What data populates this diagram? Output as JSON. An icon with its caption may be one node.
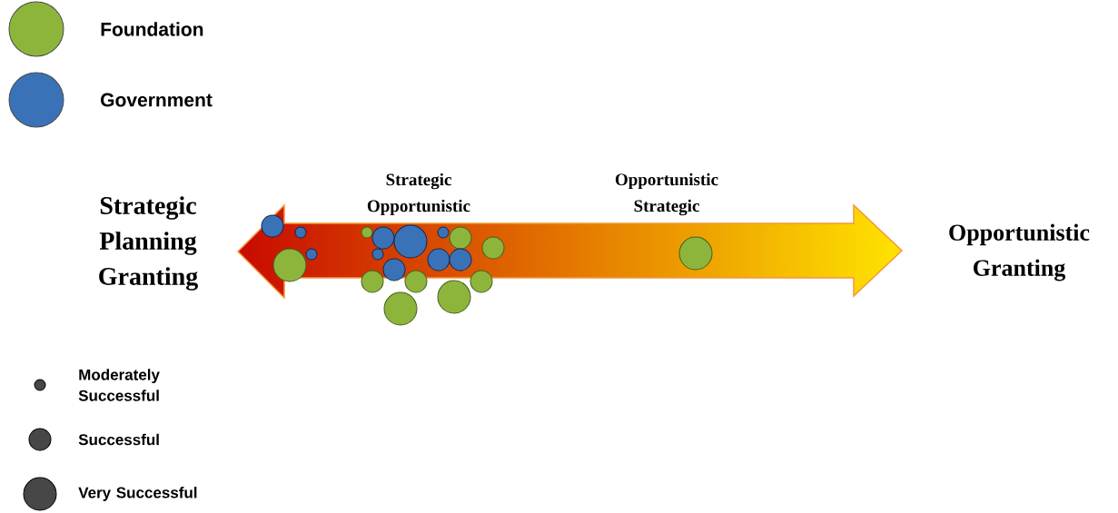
{
  "diagram": {
    "labels": [
      "Strategic Planning Granting",
      "Opportunistic Granting",
      "Strategic Opportunistic",
      "Opportunistic Strategic"
    ],
    "legend": [
      {
        "text": "Foundation",
        "color": "#8db53c"
      },
      {
        "text": "Government",
        "color": "#3a72b8"
      },
      {
        "text": "Moderately Successful"
      },
      {
        "text": "Successful"
      },
      {
        "text": "Very Successful"
      }
    ]
  }
}
